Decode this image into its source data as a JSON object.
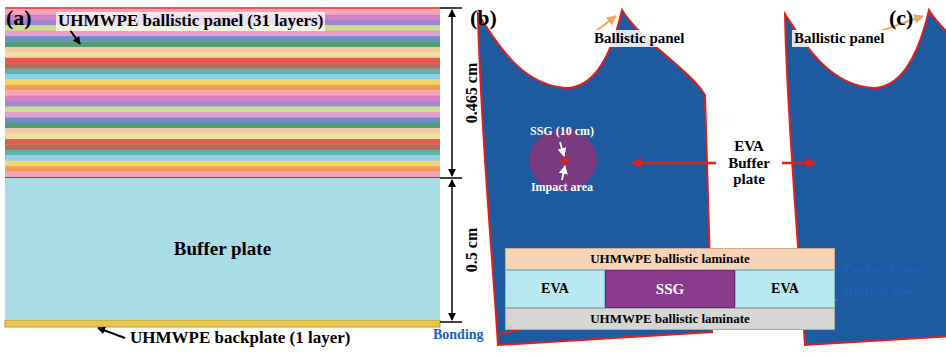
{
  "diagram": {
    "nodes": [
      {
        "text": [
          "Buffer plate"
        ]
      },
      {
        "text": [
          "UHMWPE ballistic laminate"
        ]
      },
      {
        "text": [
          "EVA"
        ]
      },
      {
        "text": [
          "SSG"
        ]
      },
      {
        "text": [
          "EVA"
        ]
      },
      {
        "text": [
          "UHMWPE ballistic laminate"
        ]
      }
    ],
    "labels": [
      "(a)",
      "UHMWPE ballistic panel (31 layers)",
      "0.465 cm",
      "0.5 cm",
      "UHMWPE backplate (1 layer)",
      "(b)",
      "Ballistic panel",
      "SSG (10 cm)",
      "Impact area",
      "EVA Buffer plate",
      "(c)",
      "Ballistic panel",
      "Bonding",
      "•Enclosed space",
      "•Restrict flow"
    ]
  }
}
